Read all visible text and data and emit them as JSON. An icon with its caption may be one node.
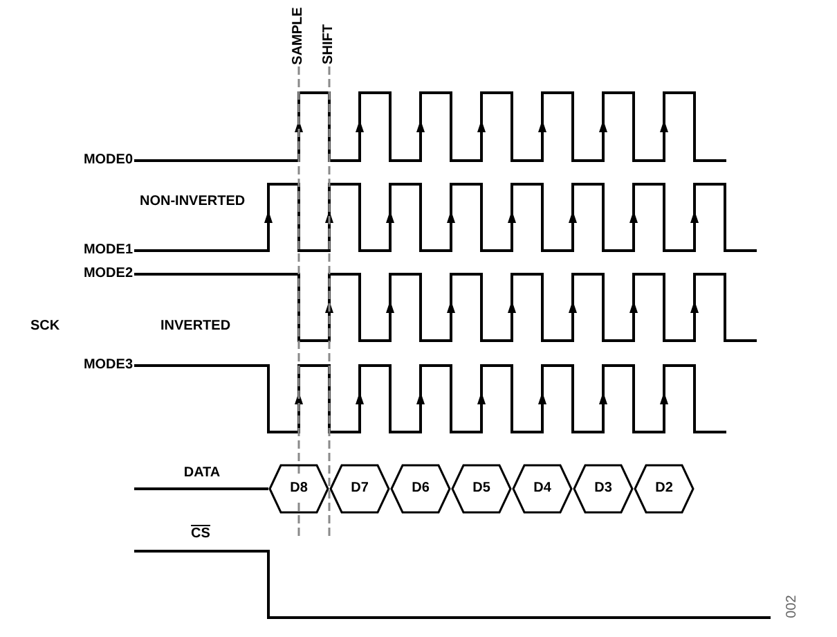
{
  "diagram": {
    "nodes": [
      {
        "text": [
          "D8"
        ]
      },
      {
        "text": [
          "D7"
        ]
      },
      {
        "text": [
          "D6"
        ]
      },
      {
        "text": [
          "D5"
        ]
      },
      {
        "text": [
          "D4"
        ]
      },
      {
        "text": [
          "D3"
        ]
      },
      {
        "text": [
          "D2"
        ]
      }
    ],
    "labels": [
      "SAMPLE",
      "SHIFT",
      "MODE0",
      "NON-INVERTED",
      "MODE1",
      "MODE2",
      "SCK",
      "INVERTED",
      "MODE3",
      "DATA",
      "CS",
      "002"
    ]
  }
}
